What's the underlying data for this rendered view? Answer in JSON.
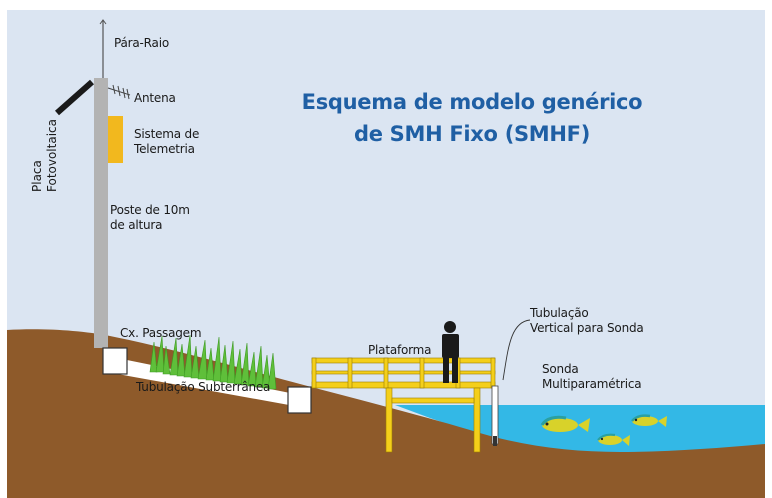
{
  "title": {
    "line1": "Esquema de modelo genérico",
    "line2": "de SMH Fixo (SMHF)"
  },
  "labels": {
    "lightning_rod": "Pára-Raio",
    "antenna": "Antena",
    "telemetry_line1": "Sistema de",
    "telemetry_line2": "Telemetria",
    "solar_panel_line1": "Placa",
    "solar_panel_line2": "Fotovoltaica",
    "pole_line1": "Poste de 10m",
    "pole_line2": "de altura",
    "junction_box": "Cx. Passagem",
    "underground_pipe": "Tubulação Subterrânea",
    "platform": "Plataforma",
    "vertical_pipe_line1": "Tubulação",
    "vertical_pipe_line2": "Vertical para Sonda",
    "probe_line1": "Sonda",
    "probe_line2": "Multiparamétrica"
  },
  "colors": {
    "sky": "#dbe5f2",
    "ground": "#8e5a2a",
    "water": "#33b8e6",
    "platform": "#f4cf1a",
    "telemetry": "#f2b81e",
    "pole": "#b3b3b3",
    "title": "#1f5fa4",
    "grass": "#5fbf3a"
  }
}
